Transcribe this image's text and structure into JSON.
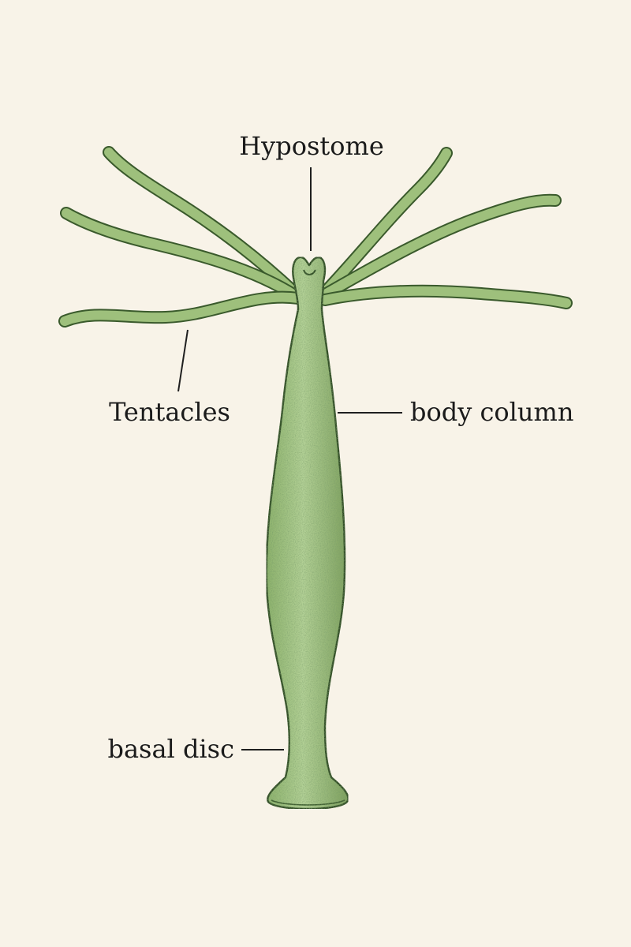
{
  "labels": {
    "hypostome": "Hypostome",
    "tentacles": "Tentacles",
    "body_column": "body column",
    "basal_disc": "basal disc"
  },
  "colors": {
    "background": "#f8f3e8",
    "body_fill": "#a9c98a",
    "body_shade": "#7fa25f",
    "outline": "#2f4a24",
    "text": "#1b1b1b"
  }
}
